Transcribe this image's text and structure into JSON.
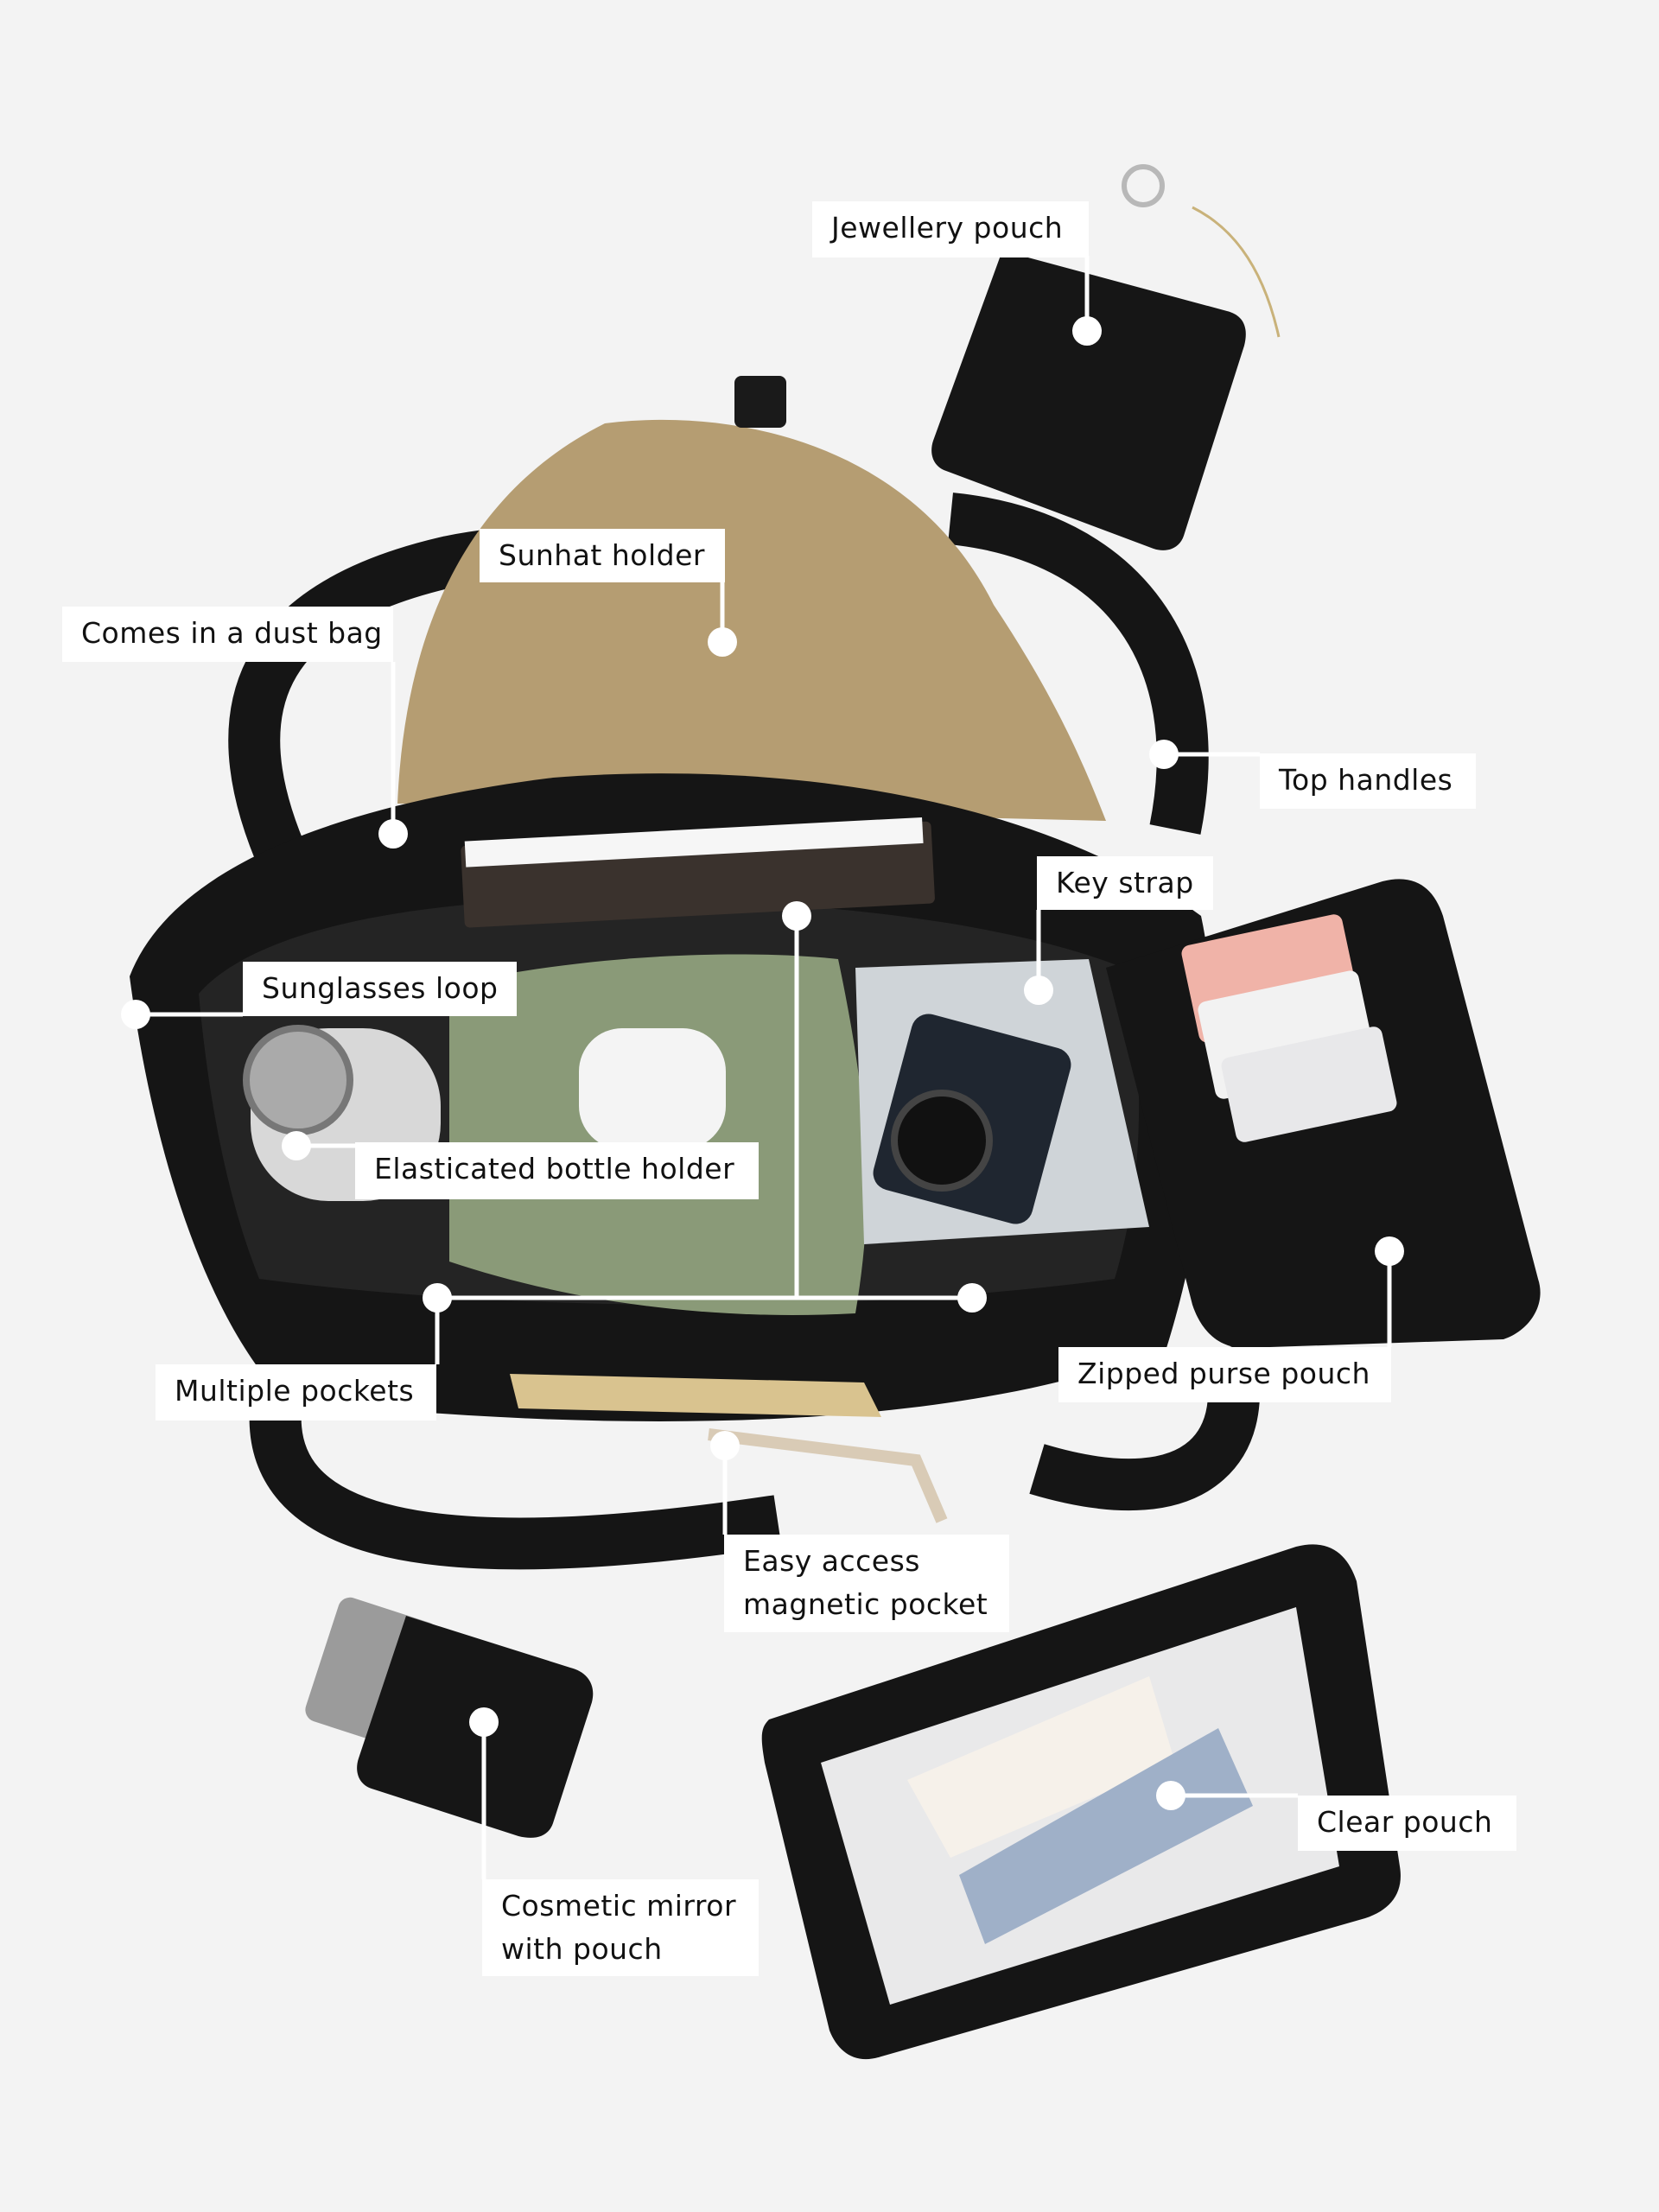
{
  "colors": {
    "background": "#f3f3f3",
    "label_bg": "#ffffff",
    "marker": "#ffffff",
    "bag": "#141414",
    "hat": "#b59d72",
    "scarf": "#8a9a78"
  },
  "labels": {
    "jewellery_pouch": "Jewellery pouch",
    "sunhat_holder": "Sunhat holder",
    "dust_bag": "Comes in a dust bag",
    "top_handles": "Top handles",
    "key_strap": "Key strap",
    "sunglasses_loop": "Sunglasses loop",
    "bottle_holder": "Elasticated bottle holder",
    "multiple_pockets": "Multiple pockets",
    "zipped_purse": "Zipped purse pouch",
    "magnetic_pocket": [
      "Easy access",
      "magnetic pocket"
    ],
    "clear_pouch": "Clear pouch",
    "cosmetic_mirror": [
      "Cosmetic mirror",
      "with pouch"
    ]
  }
}
